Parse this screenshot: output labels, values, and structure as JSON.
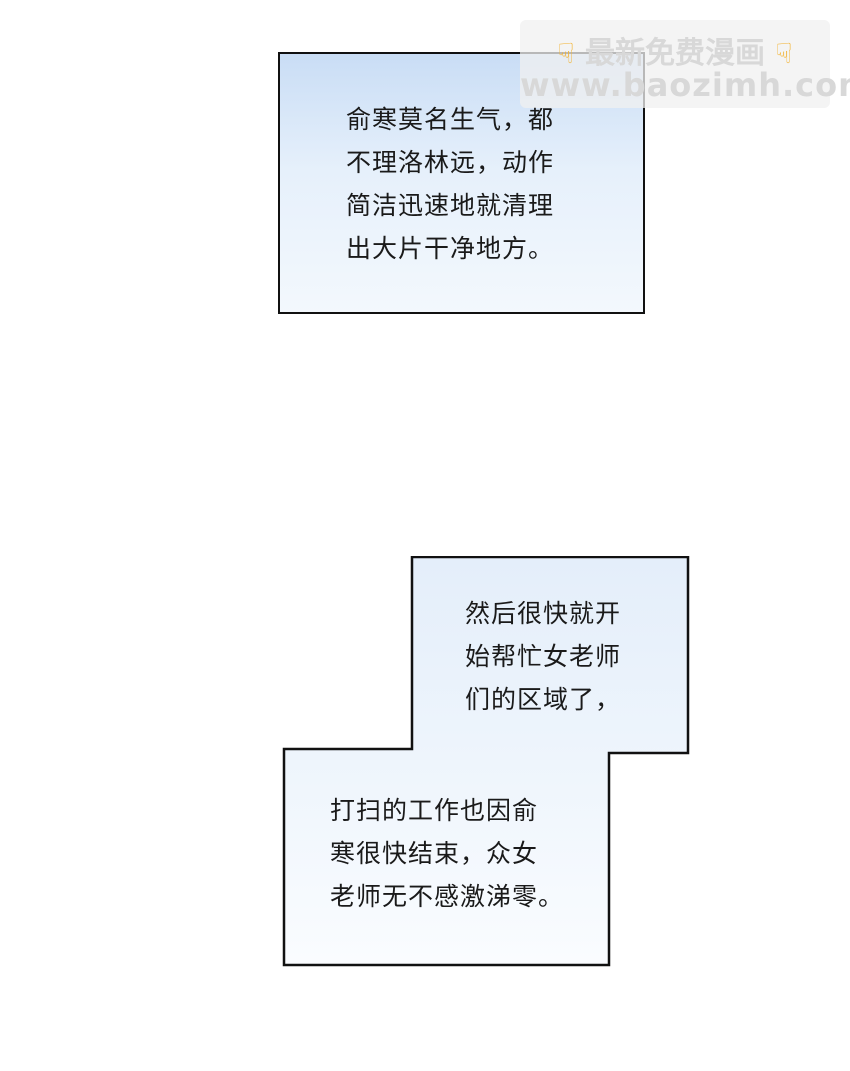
{
  "caption1": {
    "lines": [
      "俞寒莫名生气，都",
      "不理洛林远，动作",
      "简洁迅速地就清理",
      "出大片干净地方。"
    ]
  },
  "caption2": {
    "top_lines": [
      "然后很快就开",
      "始帮忙女老师",
      "们的区域了，"
    ],
    "bottom_lines": [
      "打扫的工作也因俞",
      "寒很快结束，众女",
      "老师无不感激涕零。"
    ]
  },
  "watermark": {
    "title": "最新免费漫画",
    "url": "www.baozimh.com",
    "icon": "pointing-down-hand-icon"
  },
  "colors": {
    "panel_top": "#c9ddf5",
    "panel_bottom": "#f3f8fd",
    "border": "#111111",
    "text": "#1a1a1a"
  }
}
